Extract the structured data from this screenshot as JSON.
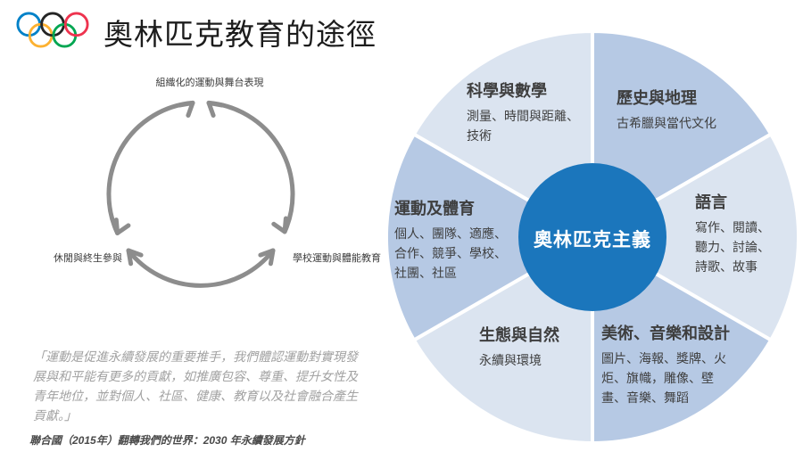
{
  "header": {
    "title": "奧林匹克教育的途徑",
    "logo": "olympic-rings",
    "ring_colors": {
      "blue": "#0081C8",
      "yellow": "#FCB131",
      "black": "#252525",
      "green": "#00A651",
      "red": "#EE334E"
    }
  },
  "cycle": {
    "arrow_color": "#8d8d8d",
    "labels": {
      "top": "組織化的運動與舞台表現",
      "left": "休閒與終生參與",
      "right": "學校運動與體能教育"
    }
  },
  "quote": {
    "lines": [
      "「運動是促進永續發展的重要推手，我們體認運動對實現發",
      "展與和平能有更多的貢獻，如推廣包容、尊重、提升女性及",
      "青年地位，並對個人、社區、健康、教育以及社會融合產生",
      "貢獻。」"
    ],
    "source": "聯合國（2015年）翻轉我們的世界：2030 年永續發展方針"
  },
  "wheel": {
    "center": {
      "label": "奧林匹克主義",
      "fill": "#1b76bc",
      "text_color": "#ffffff"
    },
    "palette": {
      "light": "#dbe4f0",
      "medium": "#b6c9e4"
    },
    "segments": [
      {
        "title": "歷史與地理",
        "fill": "#b6c9e4",
        "lines": [
          "古希臘與當代文化"
        ]
      },
      {
        "title": "語言",
        "fill": "#dbe4f0",
        "lines": [
          "寫作、閱讀、",
          "聽力、討論、",
          "詩歌、故事"
        ]
      },
      {
        "title": "美術、音樂和設計",
        "fill": "#b6c9e4",
        "lines": [
          "圖片、海報、獎牌、火",
          "炬、旗幟，雕像、壁",
          "畫、音樂、舞蹈"
        ]
      },
      {
        "title": "生態與自然",
        "fill": "#dbe4f0",
        "lines": [
          "永續與環境"
        ]
      },
      {
        "title": "運動及體育",
        "fill": "#b6c9e4",
        "lines": [
          "個人、團隊、適應、",
          "合作、競爭、學校、",
          "社團、社區"
        ]
      },
      {
        "title": "科學與數學",
        "fill": "#dbe4f0",
        "lines": [
          "測量、時間與距離、",
          "技術"
        ]
      }
    ]
  }
}
